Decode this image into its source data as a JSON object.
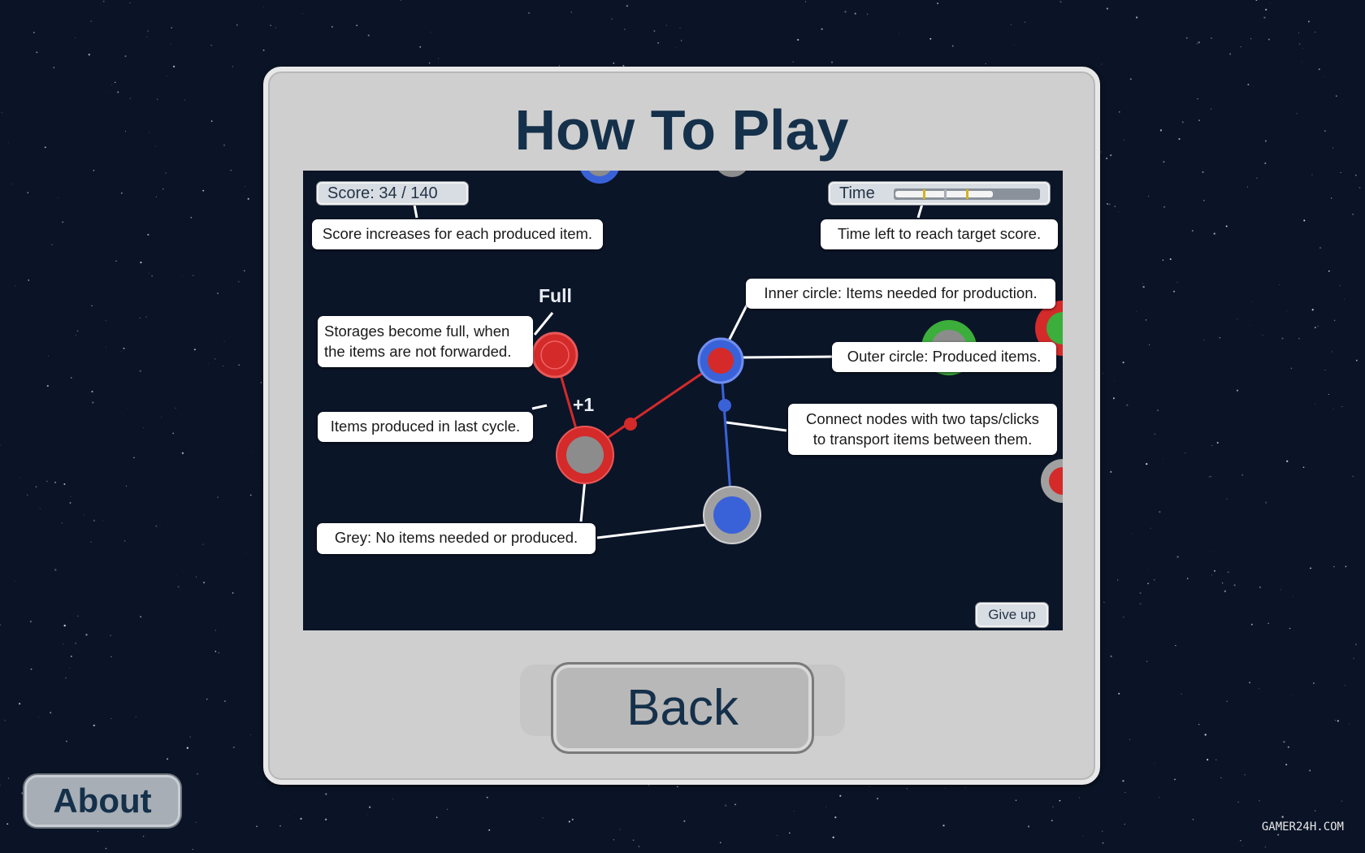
{
  "title": "How To Play",
  "hud": {
    "score_label": "Score: 34 / 140",
    "time_label": "Time",
    "time_remaining_fraction": 0.68,
    "give_up_label": "Give up"
  },
  "callouts": {
    "score": "Score increases for each produced item.",
    "time": "Time left to reach target score.",
    "storage_line1": "Storages become full, when",
    "storage_line2": "the items are not forwarded.",
    "inner_circle": "Inner circle: Items needed for production.",
    "outer_circle": "Outer circle: Produced items.",
    "produced": "Items produced in last cycle.",
    "connect_line1": "Connect nodes with two taps/clicks",
    "connect_line2": "to transport items between them.",
    "grey": "Grey: No items needed or produced."
  },
  "node_labels": {
    "full": "Full",
    "plus_one": "+1"
  },
  "colors": {
    "red": "#d42a2a",
    "blue": "#3a62d8",
    "grey": "#8c8c8c",
    "green": "#3cae3c"
  },
  "buttons": {
    "back": "Back",
    "about": "About"
  },
  "watermark": "GAMER24H.COM"
}
